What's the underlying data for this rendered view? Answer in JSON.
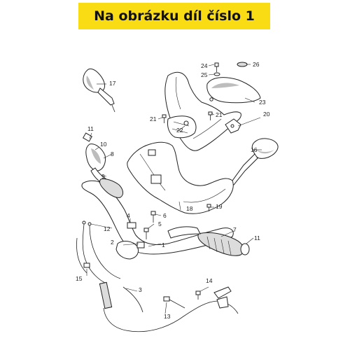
{
  "banner": {
    "text": "Na obrázku díl číslo 1",
    "color": "#f9dc14"
  },
  "callouts": [
    {
      "id": "1",
      "label": "1"
    },
    {
      "id": "2",
      "label": "2"
    },
    {
      "id": "3",
      "label": "3"
    },
    {
      "id": "4",
      "label": "4"
    },
    {
      "id": "5",
      "label": "5"
    },
    {
      "id": "6",
      "label": "6"
    },
    {
      "id": "7",
      "label": "7"
    },
    {
      "id": "8",
      "label": "8"
    },
    {
      "id": "9",
      "label": "9"
    },
    {
      "id": "10",
      "label": "10"
    },
    {
      "id": "11a",
      "label": "11"
    },
    {
      "id": "11b",
      "label": "11"
    },
    {
      "id": "12",
      "label": "12"
    },
    {
      "id": "13",
      "label": "13"
    },
    {
      "id": "14",
      "label": "14"
    },
    {
      "id": "15",
      "label": "15"
    },
    {
      "id": "16",
      "label": "16"
    },
    {
      "id": "17",
      "label": "17"
    },
    {
      "id": "18",
      "label": "18"
    },
    {
      "id": "19",
      "label": "19"
    },
    {
      "id": "20",
      "label": "20"
    },
    {
      "id": "21a",
      "label": "21"
    },
    {
      "id": "21b",
      "label": "21"
    },
    {
      "id": "22",
      "label": "22"
    },
    {
      "id": "23",
      "label": "23"
    },
    {
      "id": "24",
      "label": "24"
    },
    {
      "id": "25",
      "label": "25"
    },
    {
      "id": "26",
      "label": "26"
    }
  ]
}
